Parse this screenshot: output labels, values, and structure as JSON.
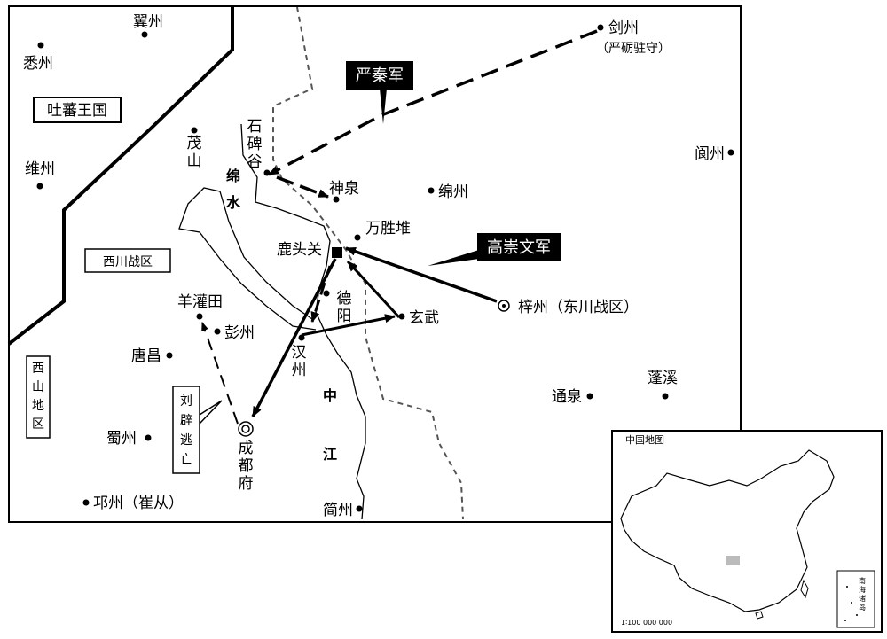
{
  "places": {
    "jizhou": "翼州",
    "xizhou": "悉州",
    "weizhou": "维州",
    "maoshan": "茂山",
    "shibeigu": "石碑谷",
    "shenquan": "神泉",
    "mianzhou": "绵州",
    "jianzhou": "剑州",
    "jianzhou_note": "（严砺驻守）",
    "langzhou": "阆州",
    "lutouguan": "鹿头关",
    "wanshengdui": "万胜堆",
    "deyang": "德阳",
    "xuanwu": "玄武",
    "zizhou": "梓州（东川战区）",
    "yangguantian": "羊灌田",
    "pengzhou": "彭州",
    "hanzhou": "汉州",
    "tangchang": "唐昌",
    "shuzhou": "蜀州",
    "chengdufu": "成都府",
    "qiongzhou": "邛州（崔从）",
    "jianzhou2": "简州",
    "tongquan": "通泉",
    "pengxi": "蓬溪"
  },
  "regions": {
    "tubo": "吐蕃王国",
    "xichuan": "西川战区",
    "xishan": "西山地区"
  },
  "rivers": {
    "mianshui": "绵水",
    "zhongjiang": "中江"
  },
  "armies": {
    "yanqin": "严秦军",
    "gaochongwen": "高崇文军",
    "liupi": "刘辟逃亡"
  },
  "inset": {
    "title": "中国地图",
    "scale": "1∶100 000 000",
    "south_sea": "南海诸岛"
  },
  "colors": {
    "ink": "#000000",
    "paper": "#ffffff",
    "boundary_dash": "#555555",
    "highlight": "#bbbbbb"
  }
}
